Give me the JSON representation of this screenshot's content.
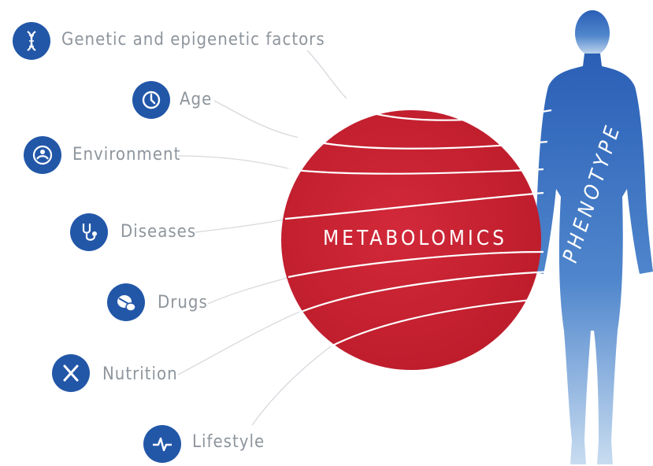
{
  "diagram": {
    "center_label": "METABOLOMICS",
    "body_label": "PHENOTYPE",
    "factors": [
      {
        "label": "Genetic and epigenetic factors",
        "icon": "dna-icon"
      },
      {
        "label": "Age",
        "icon": "clock-icon"
      },
      {
        "label": "Environment",
        "icon": "environment-icon"
      },
      {
        "label": "Diseases",
        "icon": "stethoscope-icon"
      },
      {
        "label": "Drugs",
        "icon": "pills-icon"
      },
      {
        "label": "Nutrition",
        "icon": "fork-knife-icon"
      },
      {
        "label": "Lifestyle",
        "icon": "heartbeat-icon"
      }
    ]
  },
  "colors": {
    "icon_blue": "#2257a8",
    "sphere_red": "#c8202e",
    "body_blue": "#2b63b8",
    "label_gray": "#8e959c",
    "line_white": "#ffffff"
  }
}
